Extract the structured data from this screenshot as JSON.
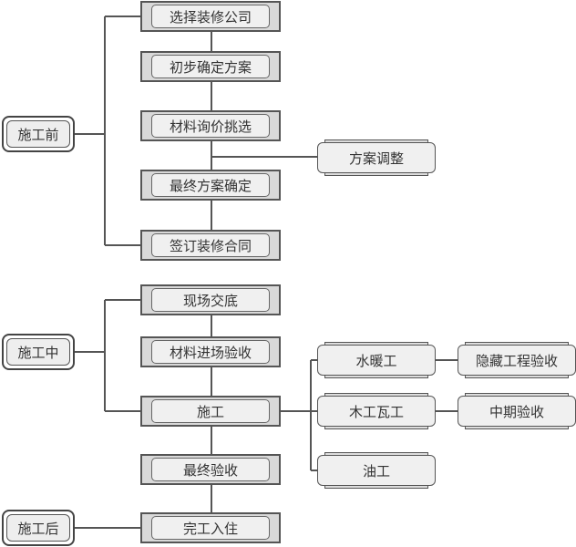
{
  "phases": {
    "before": "施工前",
    "during": "施工中",
    "after": "施工后"
  },
  "before_steps": [
    "选择装修公司",
    "初步确定方案",
    "材料询价挑选",
    "最终方案确定",
    "签订装修合同"
  ],
  "adjust": "方案调整",
  "during_steps": [
    "现场交底",
    "材料进场验收",
    "施工",
    "最终验收"
  ],
  "after_steps": [
    "完工入住"
  ],
  "trades": [
    "水暖工",
    "木工瓦工",
    "油工"
  ],
  "inspections": [
    "隐藏工程验收",
    "中期验收"
  ],
  "colors": {
    "line": "#555555",
    "box": "#f0f0f0"
  }
}
